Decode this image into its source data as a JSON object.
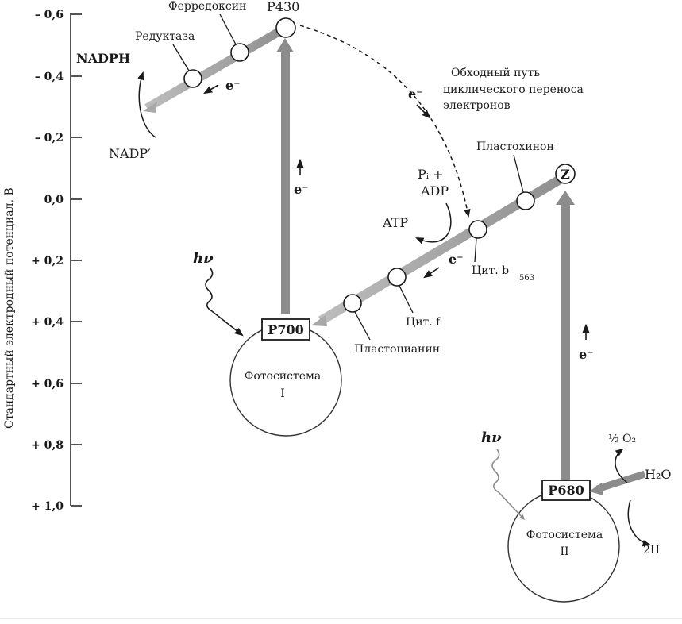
{
  "axis": {
    "title": "Стандартный электродный потенциал, В",
    "ticks": [
      "– 0,6",
      "– 0,4",
      "– 0,2",
      "0,0",
      "+ 0,2",
      "+ 0,4",
      "+ 0,6",
      "+ 0,8",
      "+ 1,0"
    ]
  },
  "ps1": {
    "center": "P700",
    "name_line1": "Фотосистема",
    "name_line2": "I",
    "light": "hν"
  },
  "ps2": {
    "center": "P680",
    "name_line1": "Фотосистема",
    "name_line2": "II",
    "light": "hν"
  },
  "carriers": {
    "p430": "P430",
    "ferredoxin": "Ферредоксин",
    "reductase": "Редуктаза",
    "z": "Z",
    "plastoquinone": "Пластохинон",
    "cyt_b": "Цит. b",
    "cyt_b_sub": "563",
    "cyt_f": "Цит. f",
    "plastocyanin": "Пластоцианин"
  },
  "products": {
    "nadph": "NADPH",
    "nadp": "NADP′",
    "pi": "Pᵢ +",
    "adp": "ADP",
    "atp": "ATP",
    "h2o": "H₂O",
    "o2": "½ O₂",
    "h": "2H"
  },
  "electron": "e⁻",
  "cyclic": {
    "line1": "Обходный путь",
    "line2": "циклического переноса",
    "line3": "электронов"
  }
}
